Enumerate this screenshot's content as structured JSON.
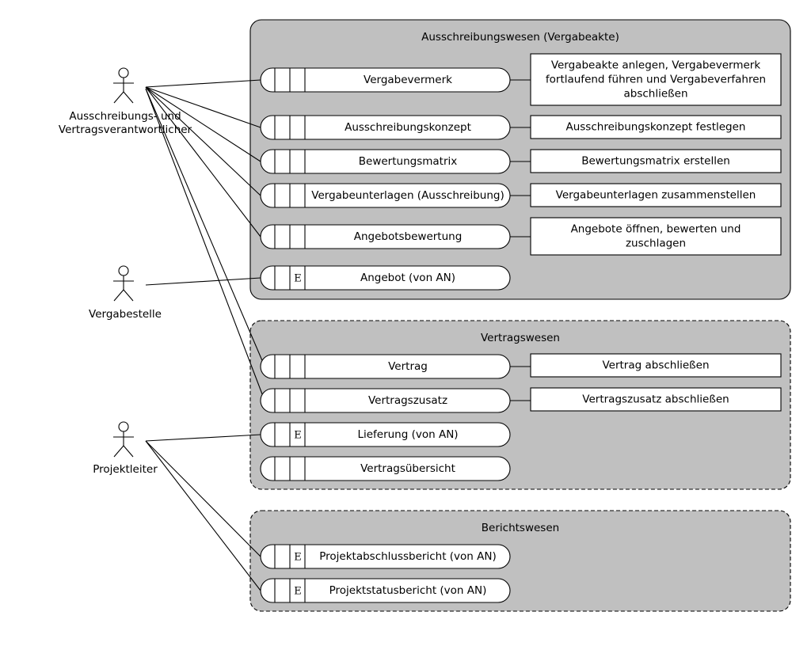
{
  "packages": [
    {
      "title": "Ausschreibungswesen (Vergabeakte)",
      "style": "solid",
      "items": [
        {
          "label": "Vergabevermerk",
          "marker": "",
          "action": [
            "Vergabeakte anlegen, Vergabevermerk",
            "fortlaufend führen und Vergabeverfahren",
            "abschließen"
          ]
        },
        {
          "label": "Ausschreibungskonzept",
          "marker": "",
          "action": [
            "Ausschreibungskonzept festlegen"
          ]
        },
        {
          "label": "Bewertungsmatrix",
          "marker": "",
          "action": [
            "Bewertungsmatrix erstellen"
          ]
        },
        {
          "label": "Vergabeunterlagen (Ausschreibung)",
          "marker": "",
          "action": [
            "Vergabeunterlagen zusammenstellen"
          ]
        },
        {
          "label": "Angebotsbewertung",
          "marker": "",
          "action": [
            "Angebote öffnen, bewerten und",
            "zuschlagen"
          ]
        },
        {
          "label": "Angebot (von AN)",
          "marker": "E",
          "action": []
        }
      ]
    },
    {
      "title": "Vertragswesen",
      "style": "dashed",
      "items": [
        {
          "label": "Vertrag",
          "marker": "",
          "action": [
            "Vertrag abschließen"
          ]
        },
        {
          "label": "Vertragszusatz",
          "marker": "",
          "action": [
            "Vertragszusatz abschließen"
          ]
        },
        {
          "label": "Lieferung (von AN)",
          "marker": "E",
          "action": []
        },
        {
          "label": "Vertragsübersicht",
          "marker": "",
          "action": []
        }
      ]
    },
    {
      "title": "Berichtswesen",
      "style": "dashed",
      "items": [
        {
          "label": "Projektabschlussbericht (von AN)",
          "marker": "E",
          "action": []
        },
        {
          "label": "Projektstatusbericht (von AN)",
          "marker": "E",
          "action": []
        }
      ]
    }
  ],
  "actors": [
    {
      "name": [
        "Ausschreibungs- und",
        "Vertragsverantwortlicher"
      ]
    },
    {
      "name": [
        "Vergabestelle"
      ]
    },
    {
      "name": [
        "Projektleiter"
      ]
    }
  ],
  "colors": {
    "package_fill": "#c0c0c0",
    "stroke": "#000000",
    "box_fill": "#ffffff"
  }
}
